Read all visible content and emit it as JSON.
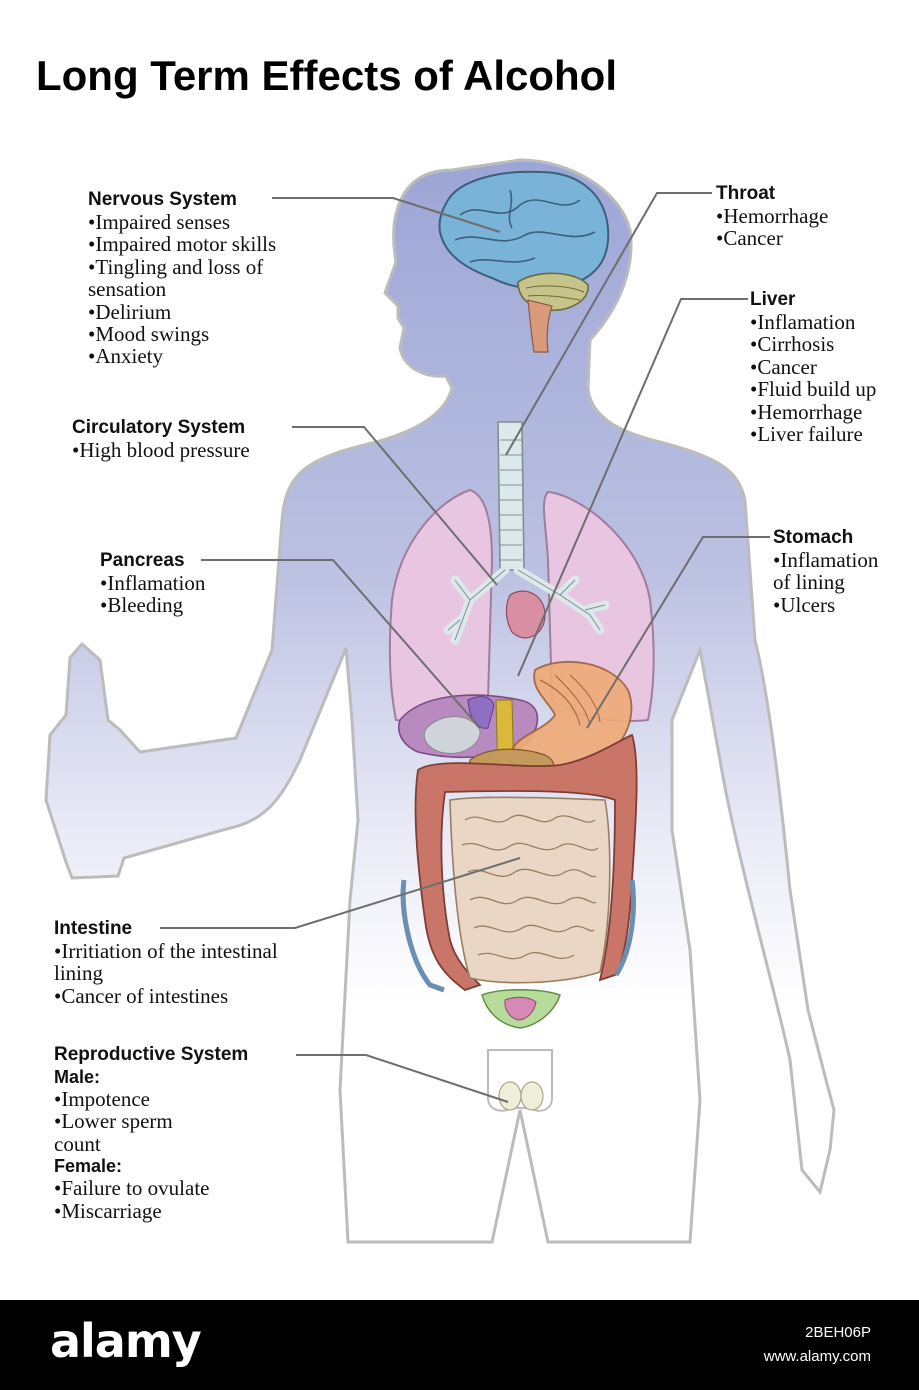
{
  "title": "Long Term Effects of Alcohol",
  "labels": {
    "nervous": {
      "heading": "Nervous System",
      "items": [
        "•Impaired senses",
        "•Impaired motor skills",
        "•Tingling and loss of",
        " sensation",
        "•Delirium",
        "•Mood swings",
        "•Anxiety"
      ]
    },
    "circulatory": {
      "heading": "Circulatory System",
      "items": [
        "•High blood pressure"
      ]
    },
    "pancreas": {
      "heading": "Pancreas",
      "items": [
        "•Inflamation",
        "•Bleeding"
      ]
    },
    "intestine": {
      "heading": "Intestine",
      "items": [
        "•Irritiation of the intestinal",
        " lining",
        "•Cancer of intestines"
      ]
    },
    "reproductive": {
      "heading": "Reproductive System",
      "male_heading": "Male:",
      "male_items": [
        "•Impotence",
        "•Lower sperm",
        " count"
      ],
      "female_heading": "Female:",
      "female_items": [
        "•Failure to ovulate",
        "•Miscarriage"
      ]
    },
    "throat": {
      "heading": "Throat",
      "items": [
        "•Hemorrhage",
        "•Cancer"
      ]
    },
    "liver": {
      "heading": "Liver",
      "items": [
        "•Inflamation",
        "•Cirrhosis",
        "•Cancer",
        "•Fluid build up",
        "•Hemorrhage",
        "•Liver failure"
      ]
    },
    "stomach": {
      "heading": "Stomach",
      "items": [
        "•Inflamation",
        " of lining",
        "•Ulcers"
      ]
    }
  },
  "colors": {
    "body_top": "#9ca6d6",
    "body_bottom": "#ffffff",
    "brain": "#7ab3d8",
    "cerebellum": "#c6c48b",
    "lungs": "#e8c6e2",
    "liver": "#b98ac0",
    "stomach": "#efab78",
    "intestine": "#e9d6c4",
    "colon": "#c97567",
    "trachea": "#dce8ea",
    "leader": "#6e6e6e",
    "footer": "#000000"
  },
  "footer": {
    "brand": "alamy",
    "image_id": "2BEH06P",
    "site": "www.alamy.com"
  }
}
